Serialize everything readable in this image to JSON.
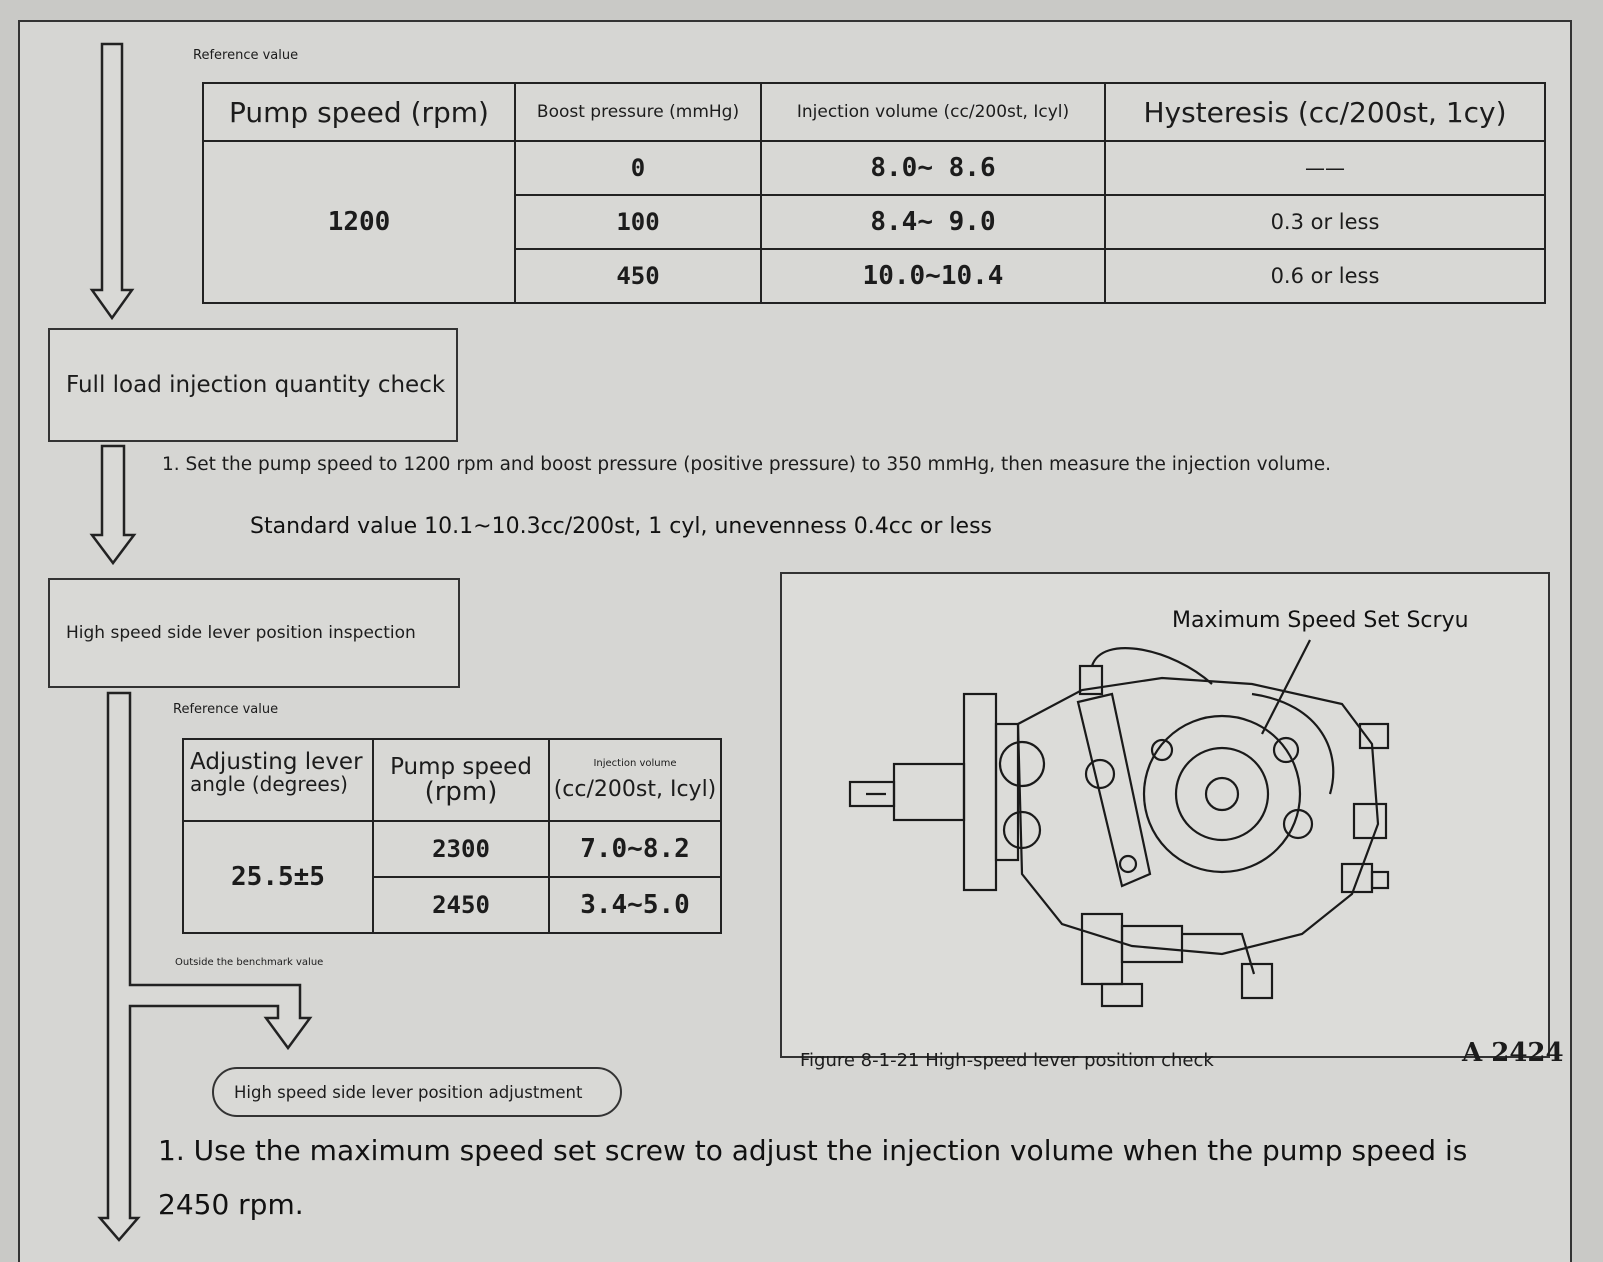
{
  "ref_label_1": "Reference value",
  "table1": {
    "headers": [
      "Pump speed (rpm)",
      "Boost pressure (mmHg)",
      "Injection volume (cc/200st, Icyl)",
      "Hysteresis (cc/200st, 1cy)"
    ],
    "pump_speed": "1200",
    "rows": [
      {
        "boost": "0",
        "volume": "8.0~ 8.6",
        "hysteresis": "——"
      },
      {
        "boost": "100",
        "volume": "8.4~ 9.0",
        "hysteresis": "0.3 or less"
      },
      {
        "boost": "450",
        "volume": "10.0~10.4",
        "hysteresis": "0.6 or less"
      }
    ]
  },
  "step1_title": "Full load injection quantity check",
  "step1_instruction": "1. Set the pump speed to 1200 rpm and boost pressure (positive pressure) to 350 mmHg, then measure the injection volume.",
  "step1_standard": "Standard value 10.1~10.3cc/200st, 1 cyl, unevenness 0.4cc or less",
  "step2_title": "High speed side lever position inspection",
  "ref_label_2": "Reference value",
  "table2": {
    "header_angle_line1": "Adjusting lever",
    "header_angle_line2": "angle (degrees)",
    "header_speed_line1": "Pump speed",
    "header_speed_line2": "(rpm)",
    "header_vol_small": "Injection volume",
    "header_vol_unit": "(cc/200st, Icyl)",
    "angle": "25.5±5",
    "rows": [
      {
        "speed": "2300",
        "volume": "7.0~8.2"
      },
      {
        "speed": "2450",
        "volume": "3.4~5.0"
      }
    ]
  },
  "outside_label": "Outside the benchmark value",
  "step3_title": "High speed side lever position adjustment",
  "step3_instruction": "1. Use the maximum speed set screw to adjust the injection volume when the pump speed is 2450 rpm.",
  "figure": {
    "callout": "Maximum Speed Set Scryu",
    "caption": "Figure 8-1-21 High-speed lever position check",
    "code": "A 2424"
  }
}
